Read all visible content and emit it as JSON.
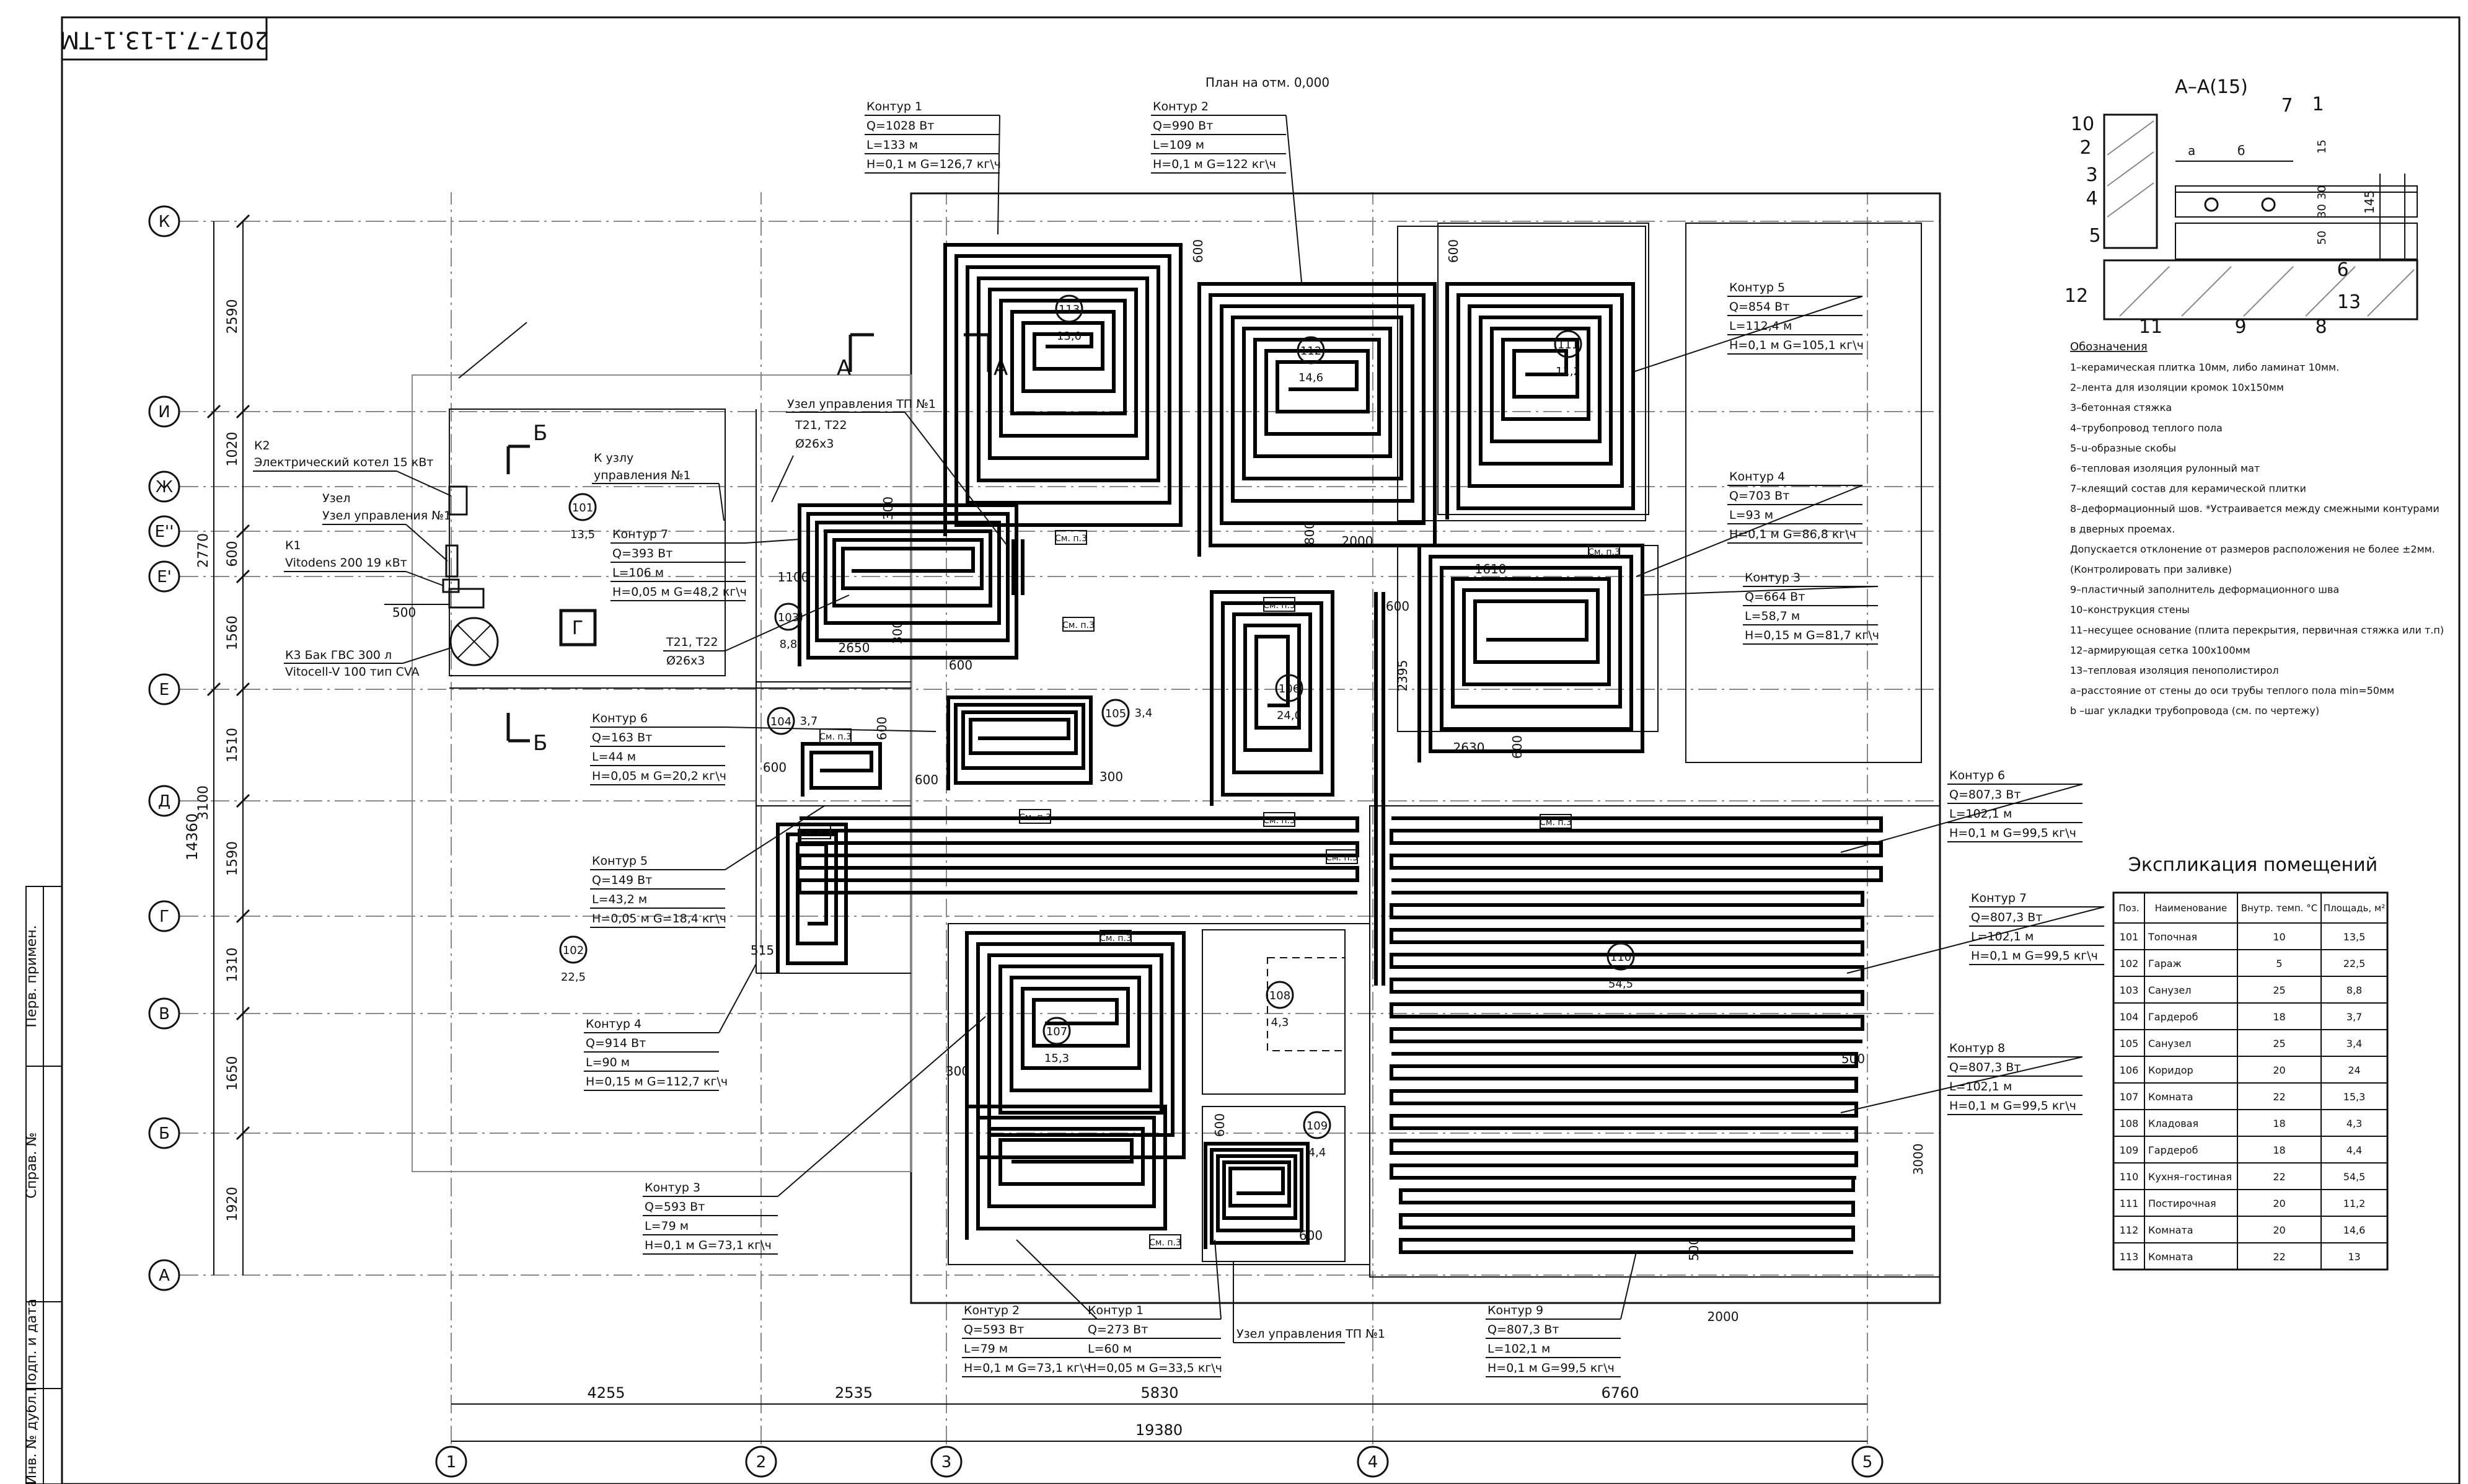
{
  "stamp": "2017-7.1-13.1-ТМ",
  "plan_title": "План на отм. 0,000",
  "axes_rows": [
    "К",
    "И",
    "Ж",
    "Е''",
    "Е'",
    "Е",
    "Д",
    "Г",
    "В",
    "Б",
    "А"
  ],
  "axes_cols": [
    "1",
    "2",
    "3",
    "4",
    "5"
  ],
  "dims_left": [
    "2590",
    "1020",
    "600",
    "1560",
    "2770",
    "1510",
    "1590",
    "3100",
    "1310",
    "1650",
    "1920"
  ],
  "dim_total_left": "14360",
  "dims_bottom": [
    "4255",
    "2535",
    "5830",
    "6760"
  ],
  "dim_total_bottom": "19380",
  "plan_dims": [
    "600",
    "600",
    "800",
    "2000",
    "1100",
    "300",
    "1610",
    "600",
    "2395",
    "2630",
    "600",
    "2650",
    "300",
    "600",
    "600",
    "600",
    "515",
    "300",
    "3000",
    "500",
    "2000",
    "600",
    "600",
    "500",
    "600",
    "300"
  ],
  "section_marks": {
    "a": "А",
    "b": "Б"
  },
  "room_label_g": "Г",
  "equipment": [
    {
      "tag": "К2",
      "name": "Электрический котел 15 кВт"
    },
    {
      "tag": "",
      "name": "Узел управления №1"
    },
    {
      "tag": "К1",
      "name": "Vitodens 200 19 кВт"
    },
    {
      "tag": "К3 Бак ГВС 300 л",
      "name": "Vitocell-V 100 тип CVA"
    }
  ],
  "node_k_uzlu": [
    "К узлу",
    "управления №1"
  ],
  "node_tp1_top": [
    "Узел управления ТП №1",
    "Т21, Т22",
    "Ø26х3"
  ],
  "node_t21": [
    "Т21, Т22",
    "Ø26х3"
  ],
  "node_tp1_bottom": "Узел управления ТП №1",
  "sm_p3": "См. п.3",
  "contours": [
    {
      "id": "c1t",
      "lines": [
        "Контур 1",
        "Q=1028 Вт",
        "L=133 м",
        "H=0,1 м G=126,7 кг\\ч"
      ]
    },
    {
      "id": "c2t",
      "lines": [
        "Контур 2",
        "Q=990 Вт",
        "L=109 м",
        "H=0,1 м G=122 кг\\ч"
      ]
    },
    {
      "id": "c5r",
      "lines": [
        "Контур 5",
        "Q=854 Вт",
        "L=112,4 м",
        "H=0,1 м G=105,1 кг\\ч"
      ]
    },
    {
      "id": "c4r",
      "lines": [
        "Контур 4",
        "Q=703 Вт",
        "L=93 м",
        "H=0,1 м G=86,8 кг\\ч"
      ]
    },
    {
      "id": "c3r",
      "lines": [
        "Контур 3",
        "Q=664 Вт",
        "L=58,7 м",
        "H=0,15 м G=81,7 кг\\ч"
      ]
    },
    {
      "id": "c7l",
      "lines": [
        "Контур 7",
        "Q=393 Вт",
        "L=106 м",
        "H=0,05 м G=48,2 кг\\ч"
      ]
    },
    {
      "id": "c6l",
      "lines": [
        "Контур 6",
        "Q=163 Вт",
        "L=44 м",
        "H=0,05 м G=20,2 кг\\ч"
      ]
    },
    {
      "id": "c5l",
      "lines": [
        "Контур 5",
        "Q=149 Вт",
        "L=43,2 м",
        "H=0,05 м G=18,4 кг\\ч"
      ]
    },
    {
      "id": "c4l",
      "lines": [
        "Контур 4",
        "Q=914 Вт",
        "L=90 м",
        "H=0,15 м G=112,7 кг\\ч"
      ]
    },
    {
      "id": "c3l",
      "lines": [
        "Контур 3",
        "Q=593 Вт",
        "L=79 м",
        "H=0,1 м G=73,1 кг\\ч"
      ]
    },
    {
      "id": "c6r",
      "lines": [
        "Контур 6",
        "Q=807,3 Вт",
        "L=102,1 м",
        "H=0,1 м G=99,5 кг\\ч"
      ]
    },
    {
      "id": "c7r",
      "lines": [
        "Контур 7",
        "Q=807,3 Вт",
        "L=102,1 м",
        "H=0,1 м G=99,5 кг\\ч"
      ]
    },
    {
      "id": "c8r",
      "lines": [
        "Контур 8",
        "Q=807,3 Вт",
        "L=102,1 м",
        "H=0,1 м G=99,5 кг\\ч"
      ]
    },
    {
      "id": "c2b",
      "lines": [
        "Контур 2",
        "Q=593 Вт",
        "L=79 м",
        "H=0,1 м G=73,1 кг\\ч"
      ]
    },
    {
      "id": "c1b",
      "lines": [
        "Контур 1",
        "Q=273 Вт",
        "L=60 м",
        "H=0,05 м G=33,5 кг\\ч"
      ]
    },
    {
      "id": "c9b",
      "lines": [
        "Контур 9",
        "Q=807,3 Вт",
        "L=102,1 м",
        "H=0,1 м G=99,5 кг\\ч"
      ]
    }
  ],
  "room_tags": [
    {
      "num": "101",
      "area": "13,5"
    },
    {
      "num": "102",
      "area": "22,5"
    },
    {
      "num": "103",
      "area": "8,8"
    },
    {
      "num": "104",
      "area": "3,7"
    },
    {
      "num": "105",
      "area": "3,4"
    },
    {
      "num": "106",
      "area": "24,0"
    },
    {
      "num": "107",
      "area": "15,3"
    },
    {
      "num": "108",
      "area": "4,3"
    },
    {
      "num": "109",
      "area": "4,4"
    },
    {
      "num": "110",
      "area": "54,5"
    },
    {
      "num": "111",
      "area": "11,2"
    },
    {
      "num": "112",
      "area": "14,6"
    },
    {
      "num": "113",
      "area": "13,0"
    }
  ],
  "section": {
    "title": "А–А(15)",
    "callouts": [
      "10",
      "2",
      "3",
      "4",
      "5",
      "12",
      "11",
      "9",
      "8",
      "13",
      "6",
      "7",
      "1"
    ],
    "dims": [
      "а",
      "б",
      "15",
      "30",
      "30",
      "50",
      "145"
    ],
    "legend_title": "Обозначения",
    "legend": [
      "1–керамическая плитка 10мм, либо ламинат 10мм.",
      "2–лента для изоляции кромок 10х150мм",
      "3–бетонная стяжка",
      "4–трубопровод теплого пола",
      "5–u-образные скобы",
      "6–тепловая изоляция рулонный мат",
      "7–клеящий состав для керамической плитки",
      "8–деформационный шов. *Устраивается между смежными контурами",
      "  в дверных проемах.",
      "Допускается отклонение от размеров расположения не более ±2мм.",
      "(Контролировать при заливке)",
      "9–пластичный заполнитель деформационного шва",
      "10–конструкция стены",
      "11–несущее основание (плита перекрытия, первичная стяжка или т.п)",
      "12–армирующая сетка 100х100мм",
      "13–тепловая изоляция пенополистирол",
      "а–расстояние от стены до оси трубы теплого пола min=50мм",
      "b –шаг укладки трубопровода (см. по чертежу)"
    ]
  },
  "explication": {
    "title": "Экспликация помещений",
    "headers": [
      "Поз.",
      "Наименование",
      "Внутр. темп. °С",
      "Площадь, м²"
    ],
    "rows": [
      [
        "101",
        "Топочная",
        "10",
        "13,5"
      ],
      [
        "102",
        "Гараж",
        "5",
        "22,5"
      ],
      [
        "103",
        "Санузел",
        "25",
        "8,8"
      ],
      [
        "104",
        "Гардероб",
        "18",
        "3,7"
      ],
      [
        "105",
        "Санузел",
        "25",
        "3,4"
      ],
      [
        "106",
        "Коридор",
        "20",
        "24"
      ],
      [
        "107",
        "Комната",
        "22",
        "15,3"
      ],
      [
        "108",
        "Кладовая",
        "18",
        "4,3"
      ],
      [
        "109",
        "Гардероб",
        "18",
        "4,4"
      ],
      [
        "110",
        "Кухня–гостиная",
        "22",
        "54,5"
      ],
      [
        "111",
        "Постирочная",
        "20",
        "11,2"
      ],
      [
        "112",
        "Комната",
        "20",
        "14,6"
      ],
      [
        "113",
        "Комната",
        "22",
        "13"
      ]
    ]
  },
  "side_stamp": [
    "Перв. примен.",
    "Справ. №",
    "Подп. и дата",
    "Инв. № дубл."
  ]
}
